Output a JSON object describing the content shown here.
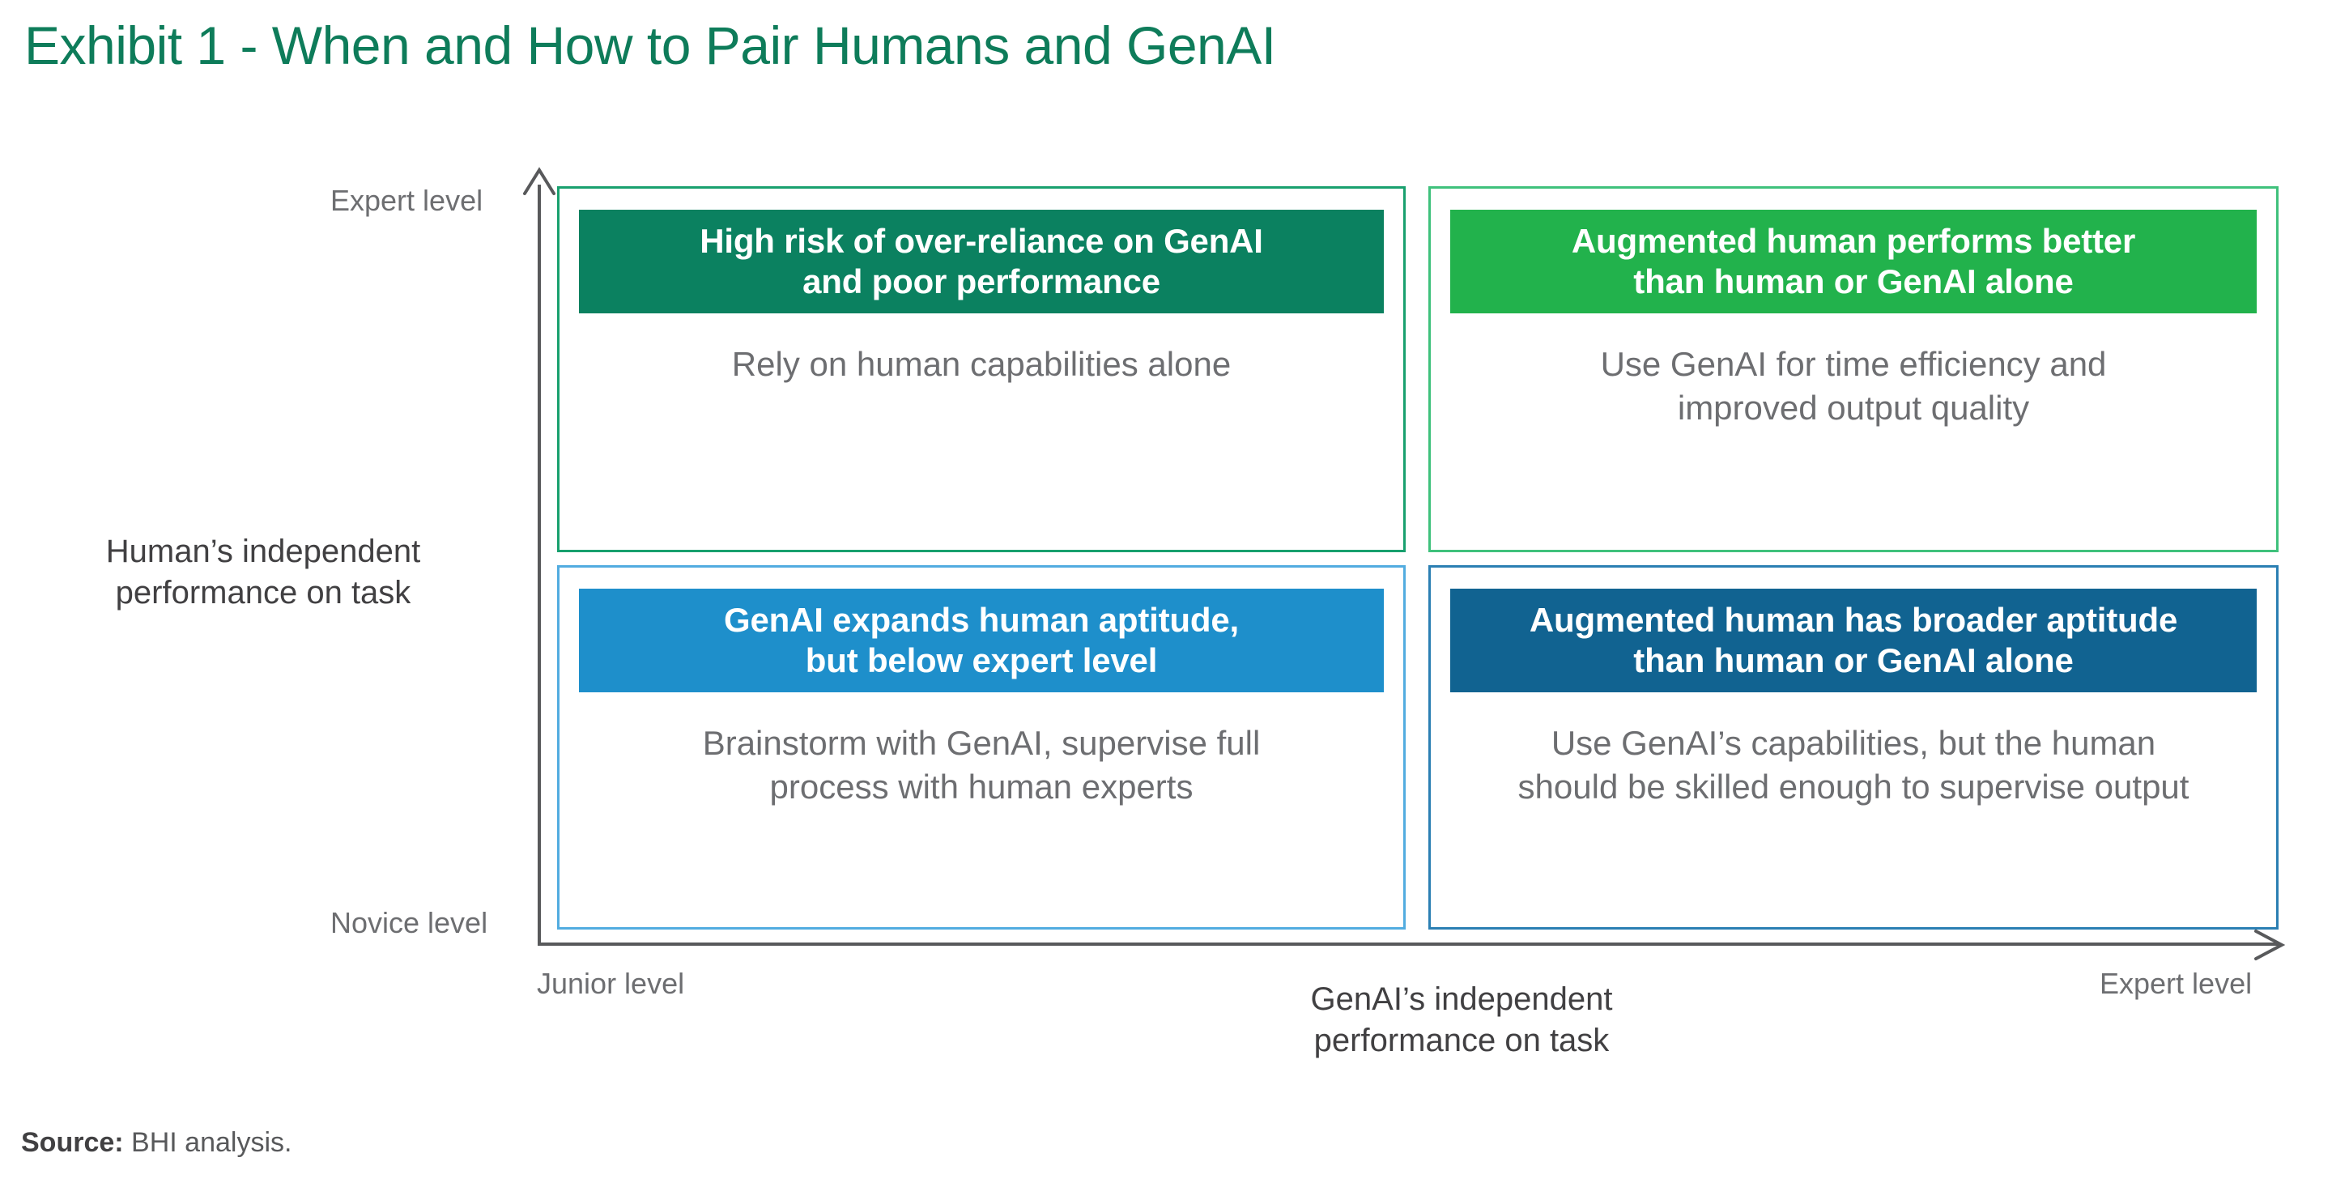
{
  "title": "Exhibit 1 - When and How to Pair Humans and GenAI",
  "axes": {
    "y": {
      "title": "Human’s independent\nperformance on task",
      "top_tick": "Expert level",
      "bottom_tick": "Novice level"
    },
    "x": {
      "title": "GenAI’s independent\nperformance on task",
      "left_tick": "Junior level",
      "right_tick": "Expert level"
    }
  },
  "quadrants": {
    "top_left": {
      "header": "High risk of over-reliance on GenAI\nand poor performance",
      "body": "Rely on human capabilities alone",
      "header_color": "#0B8160",
      "border_color": "#18A06E"
    },
    "top_right": {
      "header": "Augmented human performs better\nthan human or GenAI alone",
      "body": "Use GenAI for time efficiency and\nimproved output quality",
      "header_color": "#22B24C",
      "border_color": "#3FC17C"
    },
    "bottom_left": {
      "header": "GenAI expands human aptitude,\nbut below expert level",
      "body": "Brainstorm with GenAI, supervise full\nprocess with human experts",
      "header_color": "#1E8FCB",
      "border_color": "#52ACE0"
    },
    "bottom_right": {
      "header": "Augmented human has broader aptitude\nthan human or GenAI alone",
      "body": "Use GenAI’s capabilities, but the human\nshould be skilled enough to supervise output",
      "header_color": "#116391",
      "border_color": "#2B7FB3"
    }
  },
  "source": {
    "label": "Source:",
    "text": "BHI analysis."
  },
  "colors": {
    "title": "#0E7C5A",
    "axis_line": "#58595B",
    "axis_tick_text": "#6D6E71",
    "axis_title_text": "#414042",
    "body_text": "#6D6E71"
  }
}
